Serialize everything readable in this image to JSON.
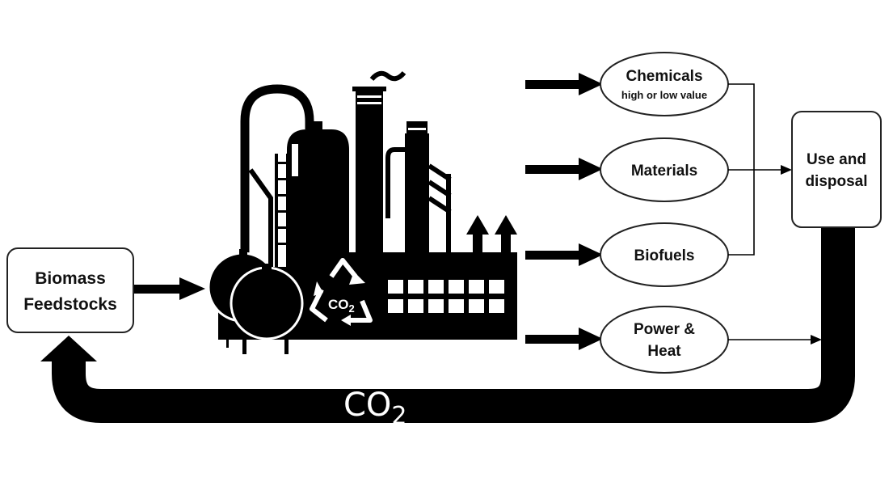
{
  "nodes": {
    "biomass": {
      "line1": "Biomass",
      "line2": "Feedstocks"
    },
    "chemicals": {
      "label": "Chemicals",
      "sublabel": "high or low value"
    },
    "materials": {
      "label": "Materials"
    },
    "biofuels": {
      "label": "Biofuels"
    },
    "power_heat": {
      "line1": "Power &",
      "line2": "Heat"
    },
    "use_disposal": {
      "line1": "Use and",
      "line2": "disposal"
    }
  },
  "refinery": {
    "recycle_label": "CO",
    "recycle_subscript": "2"
  },
  "loop": {
    "label": "CO",
    "subscript": "2"
  },
  "colors": {
    "ink": "#000000",
    "box_border": "#1a1a1a",
    "background": "#ffffff"
  }
}
